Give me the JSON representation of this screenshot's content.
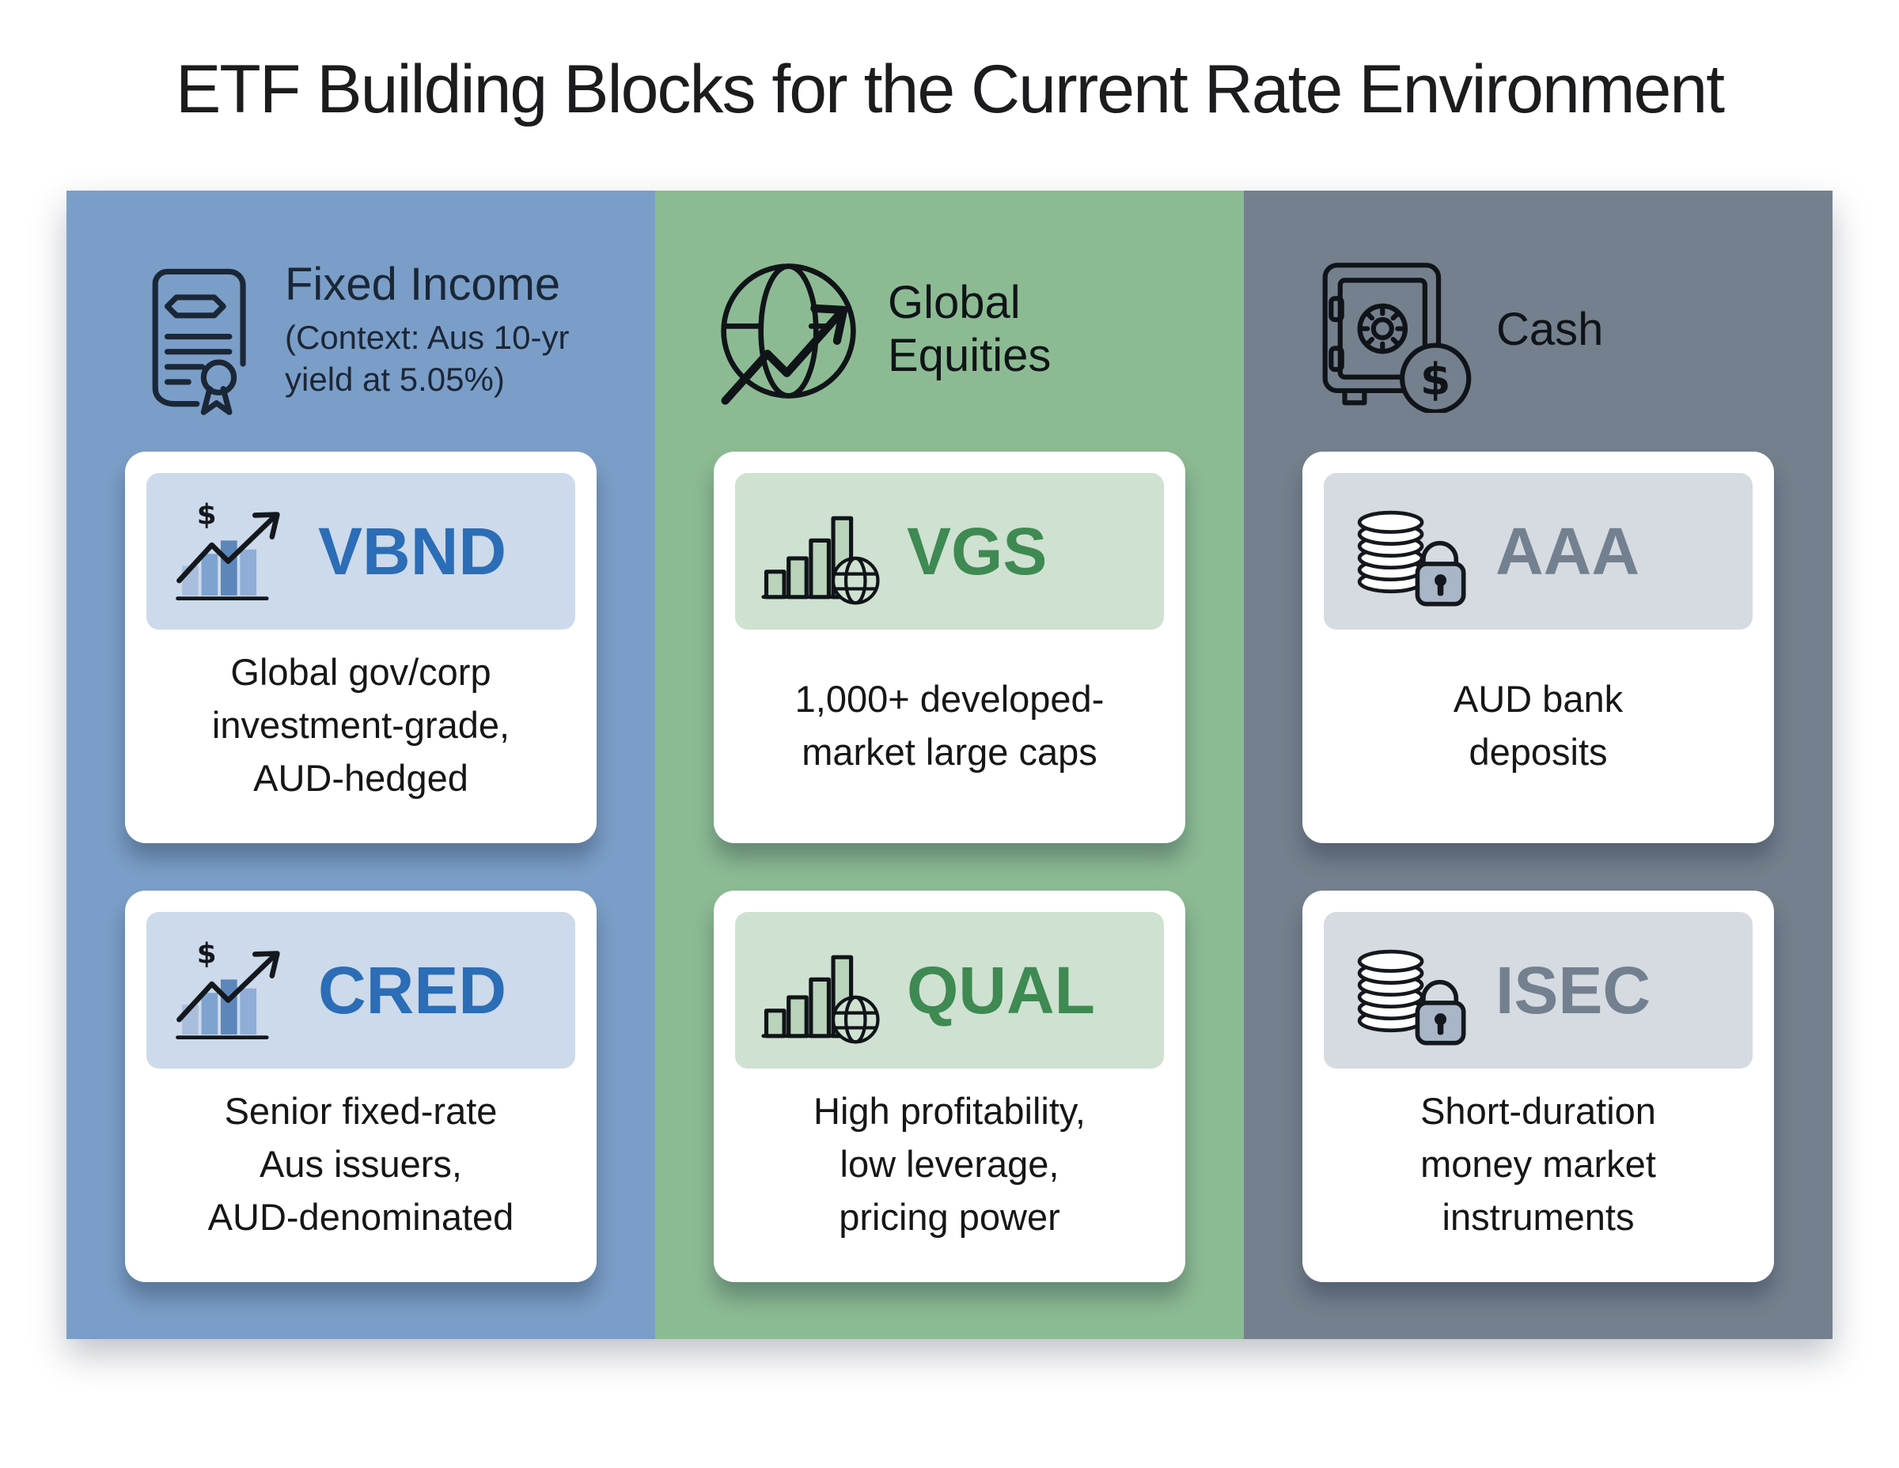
{
  "title": "ETF Building Blocks for the Current Rate Environment",
  "columns": [
    {
      "name": "Fixed Income",
      "header": {
        "title_lines": [
          "Fixed Income"
        ],
        "subtitle_lines": [
          "(Context: Aus 10-yr",
          "yield at 5.05%)"
        ],
        "icon": "scroll-certificate-icon"
      },
      "colors": {
        "column_bg": "#7b9ec8",
        "band_bg": "#ccdaeb",
        "ticker": "#2b6db6",
        "header_fg": "#1b2737"
      },
      "cards": [
        {
          "ticker": "VBND",
          "icon": "bar-chart-dollar-arrow-icon",
          "description_lines": [
            "Global gov/corp",
            "investment-grade,",
            "AUD-hedged"
          ]
        },
        {
          "ticker": "CRED",
          "icon": "bar-chart-dollar-arrow-icon",
          "description_lines": [
            "Senior fixed-rate",
            "Aus issuers,",
            "AUD-denominated"
          ]
        }
      ]
    },
    {
      "name": "Global Equities",
      "header": {
        "title_lines": [
          "Global",
          "Equities"
        ],
        "subtitle_lines": [],
        "icon": "globe-growth-arrow-icon"
      },
      "colors": {
        "column_bg": "#8cbb93",
        "band_bg": "#cfe1d1",
        "ticker": "#3e8a52",
        "header_fg": "#101418"
      },
      "cards": [
        {
          "ticker": "VGS",
          "icon": "bar-chart-globe-icon",
          "description_lines": [
            "1,000+ developed-",
            "market large caps"
          ]
        },
        {
          "ticker": "QUAL",
          "icon": "bar-chart-globe-icon",
          "description_lines": [
            "High profitability,",
            "low leverage,",
            "pricing power"
          ]
        }
      ]
    },
    {
      "name": "Cash",
      "header": {
        "title_lines": [
          "Cash"
        ],
        "subtitle_lines": [],
        "icon": "safe-vault-dollar-icon"
      },
      "colors": {
        "column_bg": "#75808e",
        "band_bg": "#d6dae1",
        "ticker": "#73808f",
        "header_fg": "#101418"
      },
      "cards": [
        {
          "ticker": "AAA",
          "icon": "coin-stack-padlock-icon",
          "description_lines": [
            "AUD bank",
            "deposits"
          ]
        },
        {
          "ticker": "ISEC",
          "icon": "coin-stack-padlock-icon",
          "description_lines": [
            "Short-duration",
            "money market",
            "instruments"
          ]
        }
      ]
    }
  ]
}
